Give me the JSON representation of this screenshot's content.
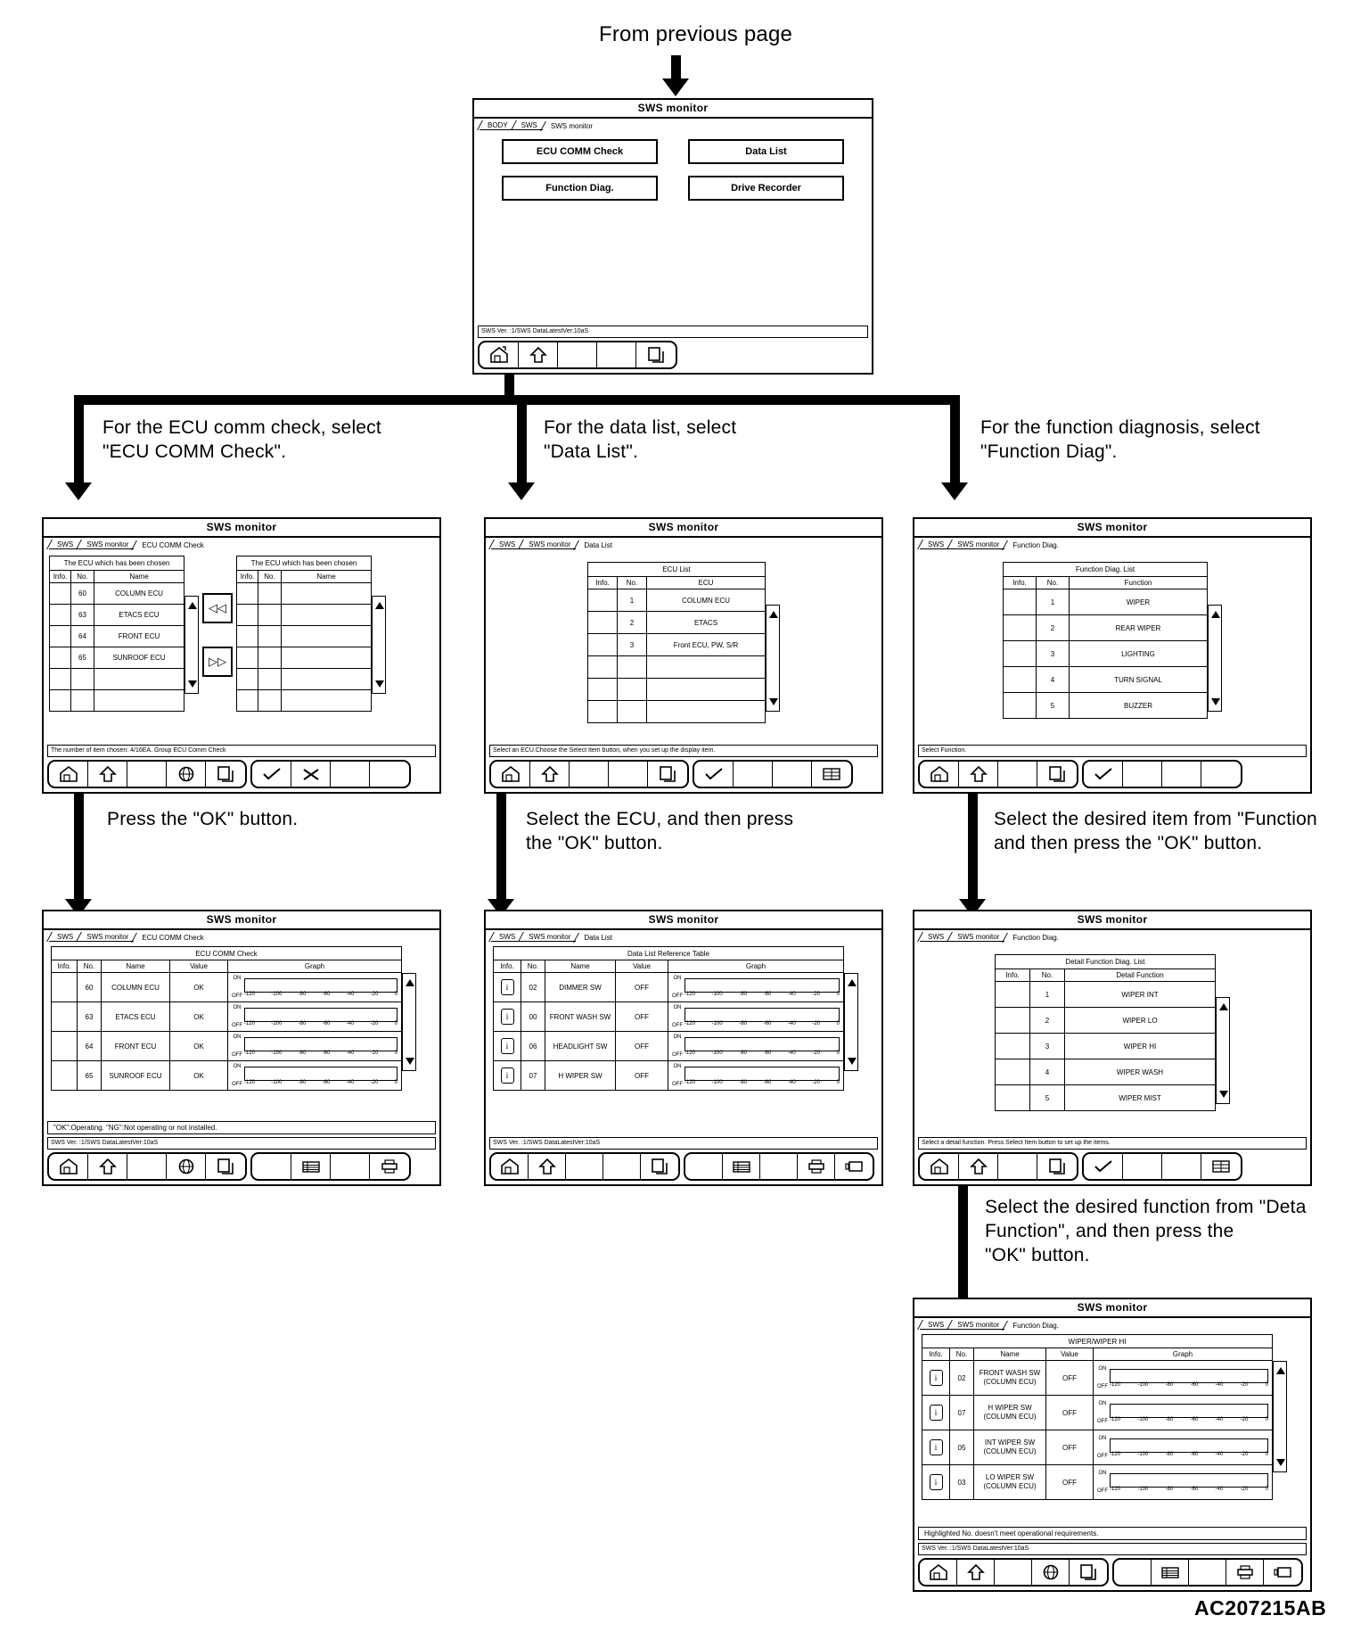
{
  "page": {
    "from_previous": "From previous page",
    "figure_code": "AC207215AB"
  },
  "screens": {
    "menu": {
      "title": "SWS monitor",
      "breadcrumbs": [
        "BODY",
        "SWS",
        "SWS monitor"
      ],
      "buttons": [
        "ECU COMM Check",
        "Data List",
        "Function Diag.",
        "Drive Recorder"
      ],
      "status": "SWS Ver. :1/SWS DataLatestVer:10aS",
      "toolbar_icons": [
        "home-icon",
        "back-icon",
        "blank",
        "blank",
        "copy-icon"
      ]
    },
    "ecu_comm_select": {
      "title": "SWS monitor",
      "breadcrumbs": [
        "SWS",
        "SWS monitor",
        "ECU COMM Check"
      ],
      "left_caption": "The ECU which has been chosen",
      "right_caption": "The ECU which has been chosen",
      "columns": [
        "Info.",
        "No.",
        "Name"
      ],
      "left_rows": [
        {
          "info": "",
          "no": "60",
          "name": "COLUMN ECU"
        },
        {
          "info": "",
          "no": "63",
          "name": "ETACS ECU"
        },
        {
          "info": "",
          "no": "64",
          "name": "FRONT ECU"
        },
        {
          "info": "",
          "no": "65",
          "name": "SUNROOF ECU"
        },
        {
          "info": "",
          "no": "",
          "name": ""
        },
        {
          "info": "",
          "no": "",
          "name": ""
        }
      ],
      "right_rows": [
        {
          "info": "",
          "no": "",
          "name": ""
        },
        {
          "info": "",
          "no": "",
          "name": ""
        },
        {
          "info": "",
          "no": "",
          "name": ""
        },
        {
          "info": "",
          "no": "",
          "name": ""
        },
        {
          "info": "",
          "no": "",
          "name": ""
        },
        {
          "info": "",
          "no": "",
          "name": ""
        }
      ],
      "transfer_left": "◁◁",
      "transfer_right": "▷▷",
      "status": "The number of item chosen: 4/16EA.  Group ECU Comm Check",
      "toolbar_icons": [
        "home-icon",
        "back-icon",
        "blank",
        "globe-icon",
        "copy-icon",
        "ok-check-icon",
        "cancel-x-icon"
      ]
    },
    "data_list_select": {
      "title": "SWS monitor",
      "breadcrumbs": [
        "SWS",
        "SWS monitor",
        "Data List"
      ],
      "caption": "ECU List",
      "columns": [
        "Info.",
        "No.",
        "ECU"
      ],
      "rows": [
        {
          "info": "",
          "no": "1",
          "ecu": "COLUMN ECU"
        },
        {
          "info": "",
          "no": "2",
          "ecu": "ETACS"
        },
        {
          "info": "",
          "no": "3",
          "ecu": "Front ECU, PW, S/R"
        },
        {
          "info": "",
          "no": "",
          "ecu": ""
        },
        {
          "info": "",
          "no": "",
          "ecu": ""
        },
        {
          "info": "",
          "no": "",
          "ecu": ""
        }
      ],
      "status": "Select an ECU.Choose the Select Item button, when you set up the display item.",
      "toolbar_icons": [
        "home-icon",
        "back-icon",
        "blank",
        "blank",
        "copy-icon",
        "ok-check-icon",
        "list-select-icon"
      ]
    },
    "function_diag_select": {
      "title": "SWS monitor",
      "breadcrumbs": [
        "SWS",
        "SWS monitor",
        "Function Diag."
      ],
      "caption": "Function Diag. List",
      "columns": [
        "Info.",
        "No.",
        "Function"
      ],
      "rows": [
        {
          "info": "",
          "no": "1",
          "function": "WIPER"
        },
        {
          "info": "",
          "no": "2",
          "function": "REAR WIPER"
        },
        {
          "info": "",
          "no": "3",
          "function": "LIGHTING"
        },
        {
          "info": "",
          "no": "4",
          "function": "TURN SIGNAL"
        },
        {
          "info": "",
          "no": "5",
          "function": "BUZZER"
        }
      ],
      "status": "Select Function.",
      "toolbar_icons": [
        "home-icon",
        "back-icon",
        "blank",
        "copy-icon",
        "ok-check-icon"
      ]
    },
    "ecu_comm_result": {
      "title": "SWS monitor",
      "breadcrumbs": [
        "SWS",
        "SWS monitor",
        "ECU COMM Check"
      ],
      "caption": "ECU COMM Check",
      "columns": [
        "Info.",
        "No.",
        "Name",
        "Value",
        "Graph"
      ],
      "rows": [
        {
          "info": "",
          "no": "60",
          "name": "COLUMN ECU",
          "value": "OK"
        },
        {
          "info": "",
          "no": "63",
          "name": "ETACS ECU",
          "value": "OK"
        },
        {
          "info": "",
          "no": "64",
          "name": "FRONT ECU",
          "value": "OK"
        },
        {
          "info": "",
          "no": "65",
          "name": "SUNROOF ECU",
          "value": "OK"
        }
      ],
      "graph_on": "ON",
      "graph_off": "OFF",
      "graph_ticks": [
        "-120",
        "-100",
        "-80",
        "-60",
        "-40",
        "-20",
        "0"
      ],
      "footnote": "\"OK\":Operating. \"NG\":Not operating or not installed.",
      "status": "SWS Ver. :1/SWS DataLatestVer:10aS",
      "toolbar_icons": [
        "home-icon",
        "back-icon",
        "blank",
        "globe-icon",
        "copy-icon",
        "table-icon",
        "print-icon"
      ]
    },
    "data_list_result": {
      "title": "SWS monitor",
      "breadcrumbs": [
        "SWS",
        "SWS monitor",
        "Data List"
      ],
      "caption": "Data List Reference Table",
      "columns": [
        "Info.",
        "No.",
        "Name",
        "Value",
        "Graph"
      ],
      "rows": [
        {
          "info": "i",
          "no": "02",
          "name": "DIMMER SW",
          "value": "OFF"
        },
        {
          "info": "i",
          "no": "00",
          "name": "FRONT WASH SW",
          "value": "OFF"
        },
        {
          "info": "i",
          "no": "06",
          "name": "HEADLIGHT SW",
          "value": "OFF"
        },
        {
          "info": "i",
          "no": "07",
          "name": "H WIPER SW",
          "value": "OFF"
        }
      ],
      "graph_on": "ON",
      "graph_off": "OFF",
      "graph_ticks": [
        "-120",
        "-100",
        "-80",
        "-60",
        "-40",
        "-20",
        "0"
      ],
      "status": "SWS Ver. :1/SWS DataLatestVer:10aS",
      "toolbar_icons": [
        "home-icon",
        "back-icon",
        "blank",
        "blank",
        "copy-icon",
        "table-icon",
        "print-icon",
        "screen-icon"
      ]
    },
    "detail_function_list": {
      "title": "SWS monitor",
      "breadcrumbs": [
        "SWS",
        "SWS monitor",
        "Function Diag."
      ],
      "caption": "Detail Function Diag. List",
      "columns": [
        "Info.",
        "No.",
        "Detail Function"
      ],
      "rows": [
        {
          "info": "",
          "no": "1",
          "detail": "WIPER INT"
        },
        {
          "info": "",
          "no": "2",
          "detail": "WIPER LO"
        },
        {
          "info": "",
          "no": "3",
          "detail": "WIPER HI"
        },
        {
          "info": "",
          "no": "4",
          "detail": "WIPER WASH"
        },
        {
          "info": "",
          "no": "5",
          "detail": "WIPER MIST"
        }
      ],
      "status": "Select a detail function. Press Select Item button to set up the items.",
      "toolbar_icons": [
        "home-icon",
        "back-icon",
        "blank",
        "copy-icon",
        "ok-check-icon",
        "list-select-icon"
      ]
    },
    "function_diag_result": {
      "title": "SWS monitor",
      "breadcrumbs": [
        "SWS",
        "SWS monitor",
        "Function Diag."
      ],
      "caption": "WIPER/WIPER HI",
      "columns": [
        "Info.",
        "No.",
        "Name",
        "Value",
        "Graph"
      ],
      "rows": [
        {
          "info": "i",
          "no": "02",
          "name": "FRONT WASH SW\n(COLUMN ECU)",
          "value": "OFF"
        },
        {
          "info": "i",
          "no": "07",
          "name": "H WIPER SW\n(COLUMN ECU)",
          "value": "OFF"
        },
        {
          "info": "i",
          "no": "05",
          "name": "INT WIPER SW\n(COLUMN ECU)",
          "value": "OFF"
        },
        {
          "info": "i",
          "no": "03",
          "name": "LO WIPER SW\n(COLUMN ECU)",
          "value": "OFF"
        }
      ],
      "graph_on": "ON",
      "graph_off": "OFF",
      "graph_ticks": [
        "-120",
        "-100",
        "-80",
        "-60",
        "-40",
        "-20",
        "0"
      ],
      "footnote": "Highlighted No. doesn't meet operational requirements.",
      "status": "SWS Ver. :1/SWS DataLatestVer:10aS",
      "toolbar_icons": [
        "home-icon",
        "back-icon",
        "blank",
        "globe-icon",
        "copy-icon",
        "table-icon",
        "print-icon",
        "screen-icon"
      ]
    }
  },
  "annotations": {
    "ecu_comm_branch": "For the ECU comm check, select\n\"ECU COMM Check\".",
    "data_list_branch": "For the data list, select\n\"Data List\".",
    "function_diag_branch": "For the function diagnosis, select\n\"Function Diag\".",
    "press_ok": "Press the \"OK\" button.",
    "select_ecu_ok": "Select the ECU, and then press\nthe \"OK\" button.",
    "select_function_ok": "Select the desired item from \"Function\nand then press the \"OK\" button.",
    "select_detail_ok": "Select the desired function from \"Deta\nFunction\", and then press the\n\"OK\" button."
  }
}
